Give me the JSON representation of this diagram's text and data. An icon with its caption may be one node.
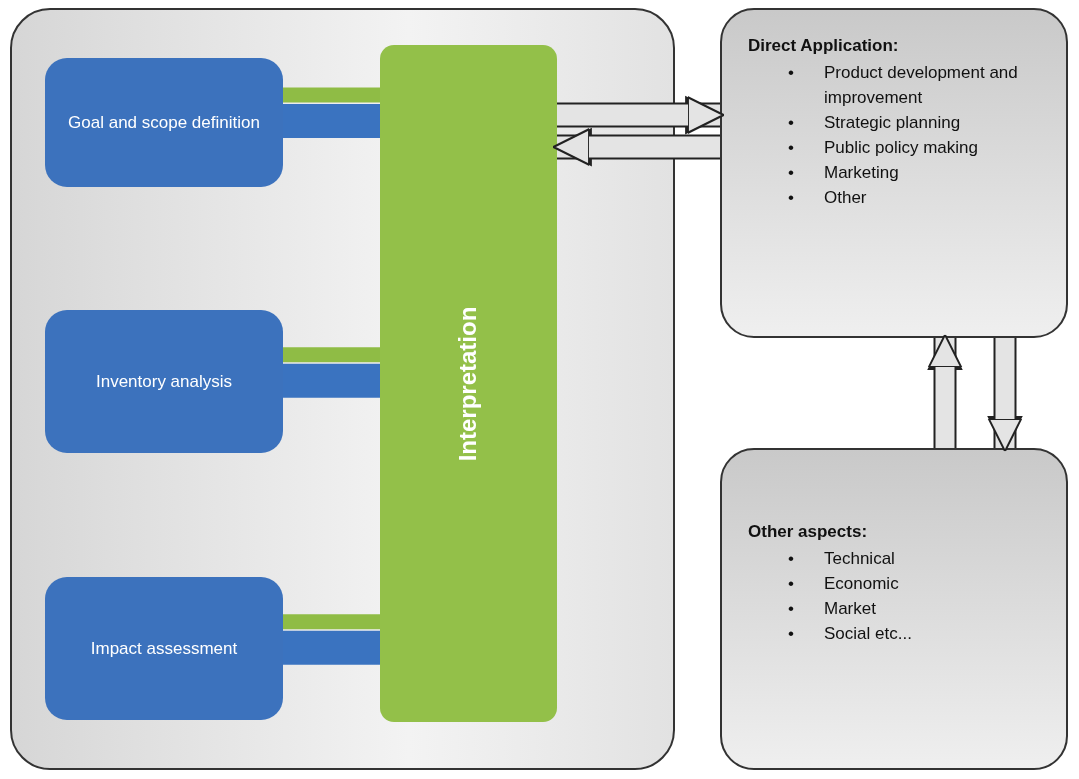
{
  "diagram": {
    "nodes": [
      {
        "text": [],
        "shape": "box"
      },
      {
        "text": [
          "Goal and scope definition"
        ],
        "in": 0
      },
      {
        "text": [
          "Inventory analysis"
        ],
        "in": 0
      },
      {
        "text": [
          "Impact assessment"
        ],
        "in": 0
      },
      {
        "text": [
          "Interpretation"
        ],
        "in": 0
      },
      {
        "text": [
          "Direct Application:",
          "•",
          "Product development and improvement",
          "•",
          "Strategic planning",
          "•",
          "Public policy making",
          "•",
          "Marketing",
          "•",
          "Other"
        ]
      },
      {
        "text": [
          "Other aspects:",
          "•",
          "Technical",
          "•",
          "Economic",
          "•",
          "Market",
          "•",
          "Social etc..."
        ]
      }
    ],
    "edges": [
      {
        "from": 1,
        "to": 4,
        "arrow": "none",
        "color": "#3a73c0"
      },
      {
        "from": 4,
        "to": 1,
        "arrow": "none",
        "color": "#8fbc45"
      },
      {
        "from": 2,
        "to": 4,
        "arrow": "none",
        "color": "#3a73c0"
      },
      {
        "from": 4,
        "to": 2,
        "arrow": "none",
        "color": "#8fbc45"
      },
      {
        "from": 3,
        "to": 4,
        "arrow": "none",
        "color": "#3a73c0"
      },
      {
        "from": 4,
        "to": 3,
        "arrow": "none",
        "color": "#8fbc45"
      },
      {
        "from": 4,
        "to": 5,
        "arrow": "to"
      },
      {
        "from": 5,
        "to": 4,
        "arrow": "to"
      },
      {
        "from": 5,
        "to": 6,
        "arrow": "to"
      },
      {
        "from": 6,
        "to": 5,
        "arrow": "to"
      }
    ]
  }
}
